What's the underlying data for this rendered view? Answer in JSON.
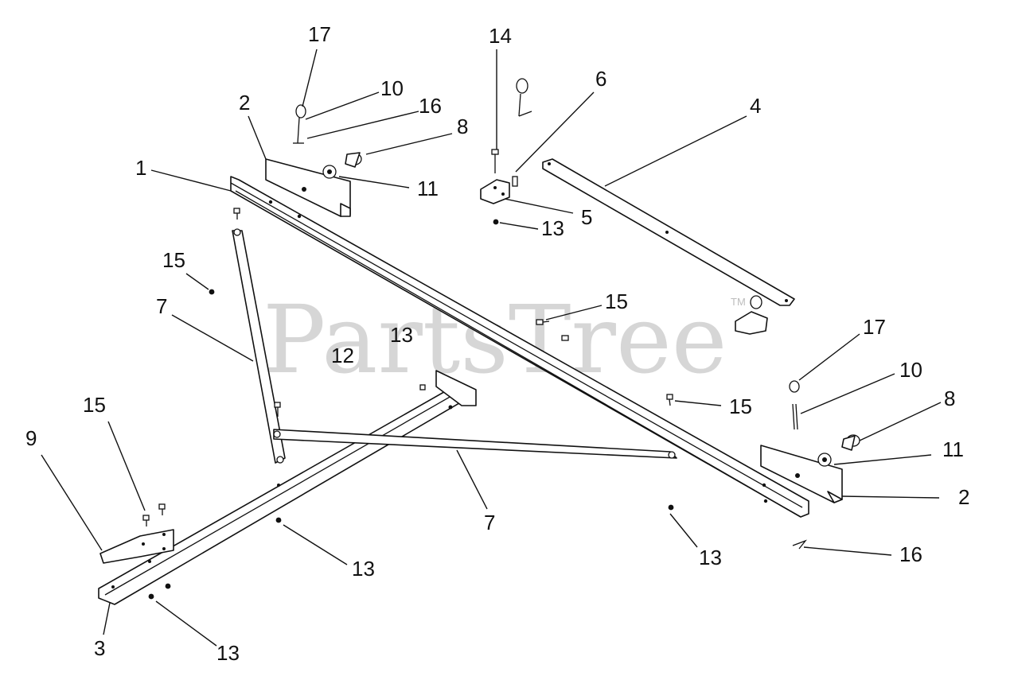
{
  "watermark": {
    "text": "PartsTree",
    "tm": "TM"
  },
  "callouts": [
    {
      "id": "c17a",
      "text": "17"
    },
    {
      "id": "c10a",
      "text": "10"
    },
    {
      "id": "c16a",
      "text": "16"
    },
    {
      "id": "c2a",
      "text": "2"
    },
    {
      "id": "c8a",
      "text": "8"
    },
    {
      "id": "c1",
      "text": "1"
    },
    {
      "id": "c11a",
      "text": "11"
    },
    {
      "id": "c14",
      "text": "14"
    },
    {
      "id": "c6",
      "text": "6"
    },
    {
      "id": "c4",
      "text": "4"
    },
    {
      "id": "c5",
      "text": "5"
    },
    {
      "id": "c13a",
      "text": "13"
    },
    {
      "id": "c15a",
      "text": "15"
    },
    {
      "id": "c7a",
      "text": "7"
    },
    {
      "id": "c15b",
      "text": "15"
    },
    {
      "id": "c13b",
      "text": "13"
    },
    {
      "id": "c12",
      "text": "12"
    },
    {
      "id": "c17b",
      "text": "17"
    },
    {
      "id": "c10b",
      "text": "10"
    },
    {
      "id": "c8b",
      "text": "8"
    },
    {
      "id": "c15c",
      "text": "15"
    },
    {
      "id": "c11b",
      "text": "11"
    },
    {
      "id": "c9",
      "text": "9"
    },
    {
      "id": "c15d",
      "text": "15"
    },
    {
      "id": "c2b",
      "text": "2"
    },
    {
      "id": "c7b",
      "text": "7"
    },
    {
      "id": "c16b",
      "text": "16"
    },
    {
      "id": "c13c",
      "text": "13"
    },
    {
      "id": "c13d",
      "text": "13"
    },
    {
      "id": "c3",
      "text": "3"
    },
    {
      "id": "c13e",
      "text": "13"
    }
  ]
}
